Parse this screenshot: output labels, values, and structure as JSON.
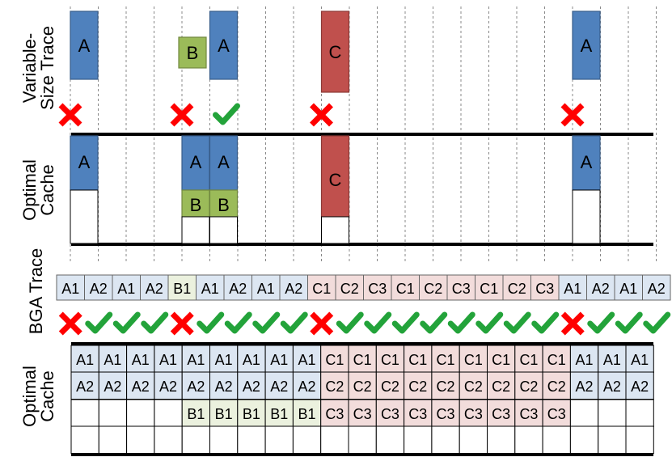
{
  "labels": {
    "variable_trace": [
      "Variable-",
      "Size Trace"
    ],
    "optimal_cache_top": [
      "Optimal",
      "Cache"
    ],
    "bga_trace": "BGA Trace",
    "optimal_cache_bottom": [
      "Optimal",
      "Cache"
    ]
  },
  "colors": {
    "a_fill": "#4f81bd",
    "a_stroke": "#385d8a",
    "b_fill": "#9bbb59",
    "b_stroke": "#71893f",
    "c_fill": "#c0504d",
    "c_stroke": "#8c3836",
    "a_light": "#dce6f2",
    "b_light": "#ebf1de",
    "c_light": "#f2dcdb",
    "miss": "#ff0000",
    "hit": "#23a33a"
  },
  "icons": {
    "miss": "cross-icon",
    "hit": "check-icon"
  },
  "variable_trace": {
    "objects": [
      {
        "label": "A",
        "color": "a",
        "col": 0,
        "tall": false
      },
      {
        "label": "B",
        "color": "b",
        "col": 4,
        "tall": false
      },
      {
        "label": "A",
        "color": "a",
        "col": 5,
        "tall": false
      },
      {
        "label": "C",
        "color": "c",
        "col": 9,
        "tall": true
      },
      {
        "label": "A",
        "color": "a",
        "col": 18,
        "tall": false
      }
    ],
    "marks": [
      {
        "col": 0,
        "hit": false
      },
      {
        "col": 4,
        "hit": false
      },
      {
        "col": 5,
        "hit": true
      },
      {
        "col": 9,
        "hit": false
      },
      {
        "col": 18,
        "hit": false
      }
    ]
  },
  "optimal_cache_top": {
    "blocks": [
      {
        "label": "A",
        "color": "a",
        "col": 0,
        "size": "double"
      },
      {
        "label": "A",
        "color": "a",
        "col": 4,
        "size": "double"
      },
      {
        "label": "A",
        "color": "a",
        "col": 5,
        "size": "double"
      },
      {
        "label": "B",
        "color": "b",
        "col": 4,
        "size": "single"
      },
      {
        "label": "B",
        "color": "b",
        "col": 5,
        "size": "single"
      },
      {
        "label": "C",
        "color": "c",
        "col": 9,
        "size": "triple"
      },
      {
        "label": "A",
        "color": "a",
        "col": 18,
        "size": "double"
      }
    ]
  },
  "bga_trace": {
    "cells": [
      "A1",
      "A2",
      "A1",
      "A2",
      "B1",
      "A1",
      "A2",
      "A1",
      "A2",
      "C1",
      "C2",
      "C3",
      "C1",
      "C2",
      "C3",
      "C1",
      "C2",
      "C3",
      "A1",
      "A2",
      "A1",
      "A2"
    ],
    "marks": [
      false,
      true,
      true,
      true,
      false,
      true,
      true,
      true,
      true,
      false,
      true,
      true,
      true,
      true,
      true,
      true,
      true,
      true,
      false,
      true,
      true,
      true
    ]
  },
  "optimal_cache_bottom": {
    "rows": [
      [
        "A1",
        "A1",
        "A1",
        "A1",
        "A1",
        "A1",
        "A1",
        "A1",
        "A1",
        "C1",
        "C1",
        "C1",
        "C1",
        "C1",
        "C1",
        "C1",
        "C1",
        "C1",
        "A1",
        "A1",
        "A1"
      ],
      [
        "A2",
        "A2",
        "A2",
        "A2",
        "A2",
        "A2",
        "A2",
        "A2",
        "A2",
        "C2",
        "C2",
        "C2",
        "C2",
        "C2",
        "C2",
        "C2",
        "C2",
        "C2",
        "A2",
        "A2",
        "A2"
      ],
      [
        "",
        "",
        "",
        "",
        "B1",
        "B1",
        "B1",
        "B1",
        "B1",
        "C3",
        "C3",
        "C3",
        "C3",
        "C3",
        "C3",
        "C3",
        "C3",
        "C3",
        "",
        "",
        ""
      ],
      [
        "",
        "",
        "",
        "",
        "",
        "",
        "",
        "",
        "",
        "",
        "",
        "",
        "",
        "",
        "",
        "",
        "",
        "",
        "",
        "",
        ""
      ]
    ]
  }
}
